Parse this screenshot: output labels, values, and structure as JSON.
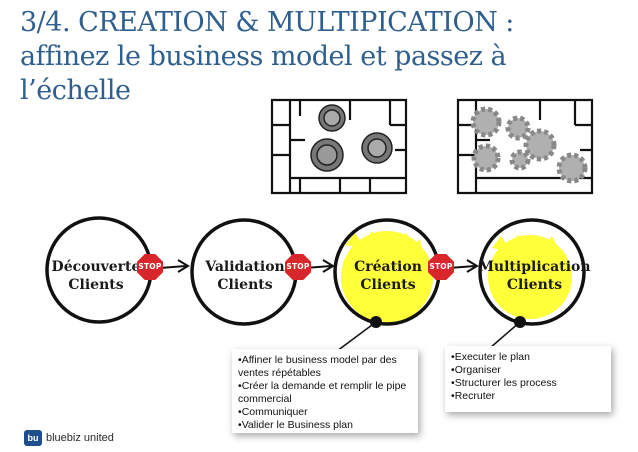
{
  "slide": {
    "title_line1": "3/4. CREATION & MULTIPICATION :",
    "title_line2": "affinez le business model et passez à",
    "title_line3": "l’échelle"
  },
  "stages": [
    {
      "line1": "Découverte",
      "line2": "Clients"
    },
    {
      "line1": "Validation",
      "line2": "Clients"
    },
    {
      "line1": "Création",
      "line2": "Clients"
    },
    {
      "line1": "Multiplication",
      "line2": "Clients"
    }
  ],
  "stop_label": "STOP",
  "notes": {
    "creation": [
      "Affiner le business model par des ventes répétables",
      "Créer la demande et remplir le pipe commercial",
      "Communiquer",
      "Valider le Business plan"
    ],
    "multiplication": [
      "Executer le plan",
      "Organiser",
      "Structurer les process",
      "Recruter"
    ]
  },
  "logo": {
    "badge": "bu",
    "text": "bluebiz united"
  },
  "colors": {
    "title": "#2e5f8f",
    "stop": "#d8262b",
    "highlight": "#ffff3a"
  },
  "icons": [
    "knobs-panel-icon",
    "gears-panel-icon"
  ]
}
